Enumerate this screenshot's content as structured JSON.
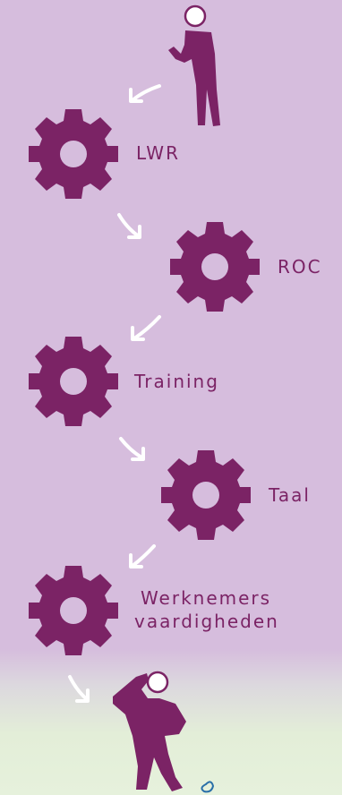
{
  "colors": {
    "background_top": "#d6bddd",
    "background_bottom": "#e6f1dc",
    "gear": "#7b2365",
    "figure": "#7b2365",
    "arrow": "#ffffff",
    "label": "#7b2365",
    "doodle": "#2a6fa8"
  },
  "steps": [
    {
      "label": "LWR",
      "icon": "gear-icon"
    },
    {
      "label": "ROC",
      "icon": "gear-icon"
    },
    {
      "label": "Training",
      "icon": "gear-icon"
    },
    {
      "label": "Taal",
      "icon": "gear-icon"
    },
    {
      "label_line1": "Werknemers",
      "label_line2": "vaardigheden",
      "icon": "gear-icon"
    }
  ],
  "figures": {
    "start": "thinking-person-icon",
    "end": "thinking-person-icon"
  },
  "arrows": "arrow-icon"
}
